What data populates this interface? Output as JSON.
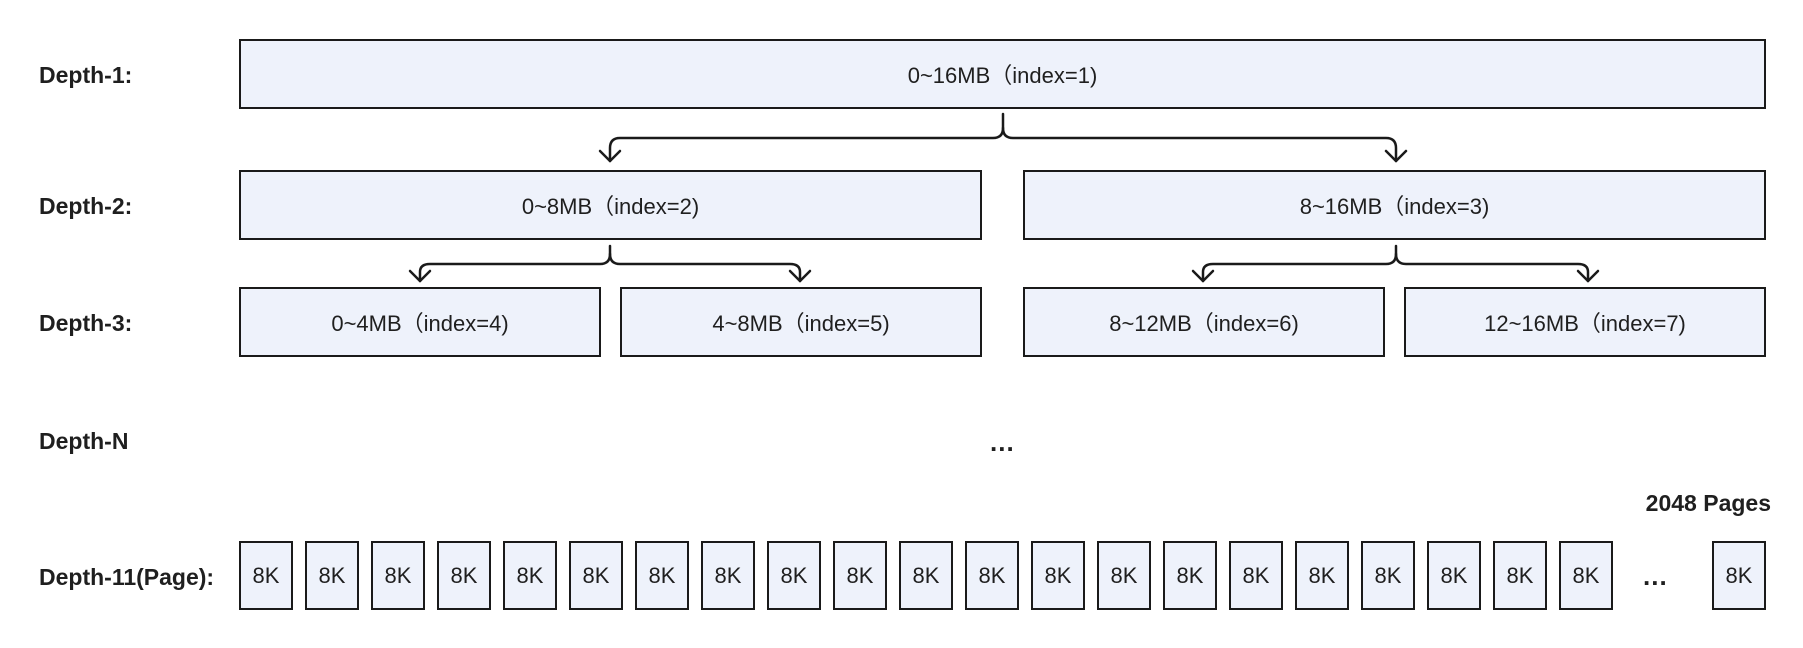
{
  "depth_labels": {
    "d1": "Depth-1:",
    "d2": "Depth-2:",
    "d3": "Depth-3:",
    "dn": "Depth-N",
    "d11": "Depth-11(Page):"
  },
  "nodes": {
    "n1": "0~16MB（index=1)",
    "n2": "0~8MB（index=2)",
    "n3": "8~16MB（index=3)",
    "n4": "0~4MB（index=4)",
    "n5": "4~8MB（index=5)",
    "n6": "8~12MB（index=6)",
    "n7": "12~16MB（index=7)"
  },
  "ellipsis": "...",
  "page_label": "8K",
  "pages_total": "2048 Pages"
}
